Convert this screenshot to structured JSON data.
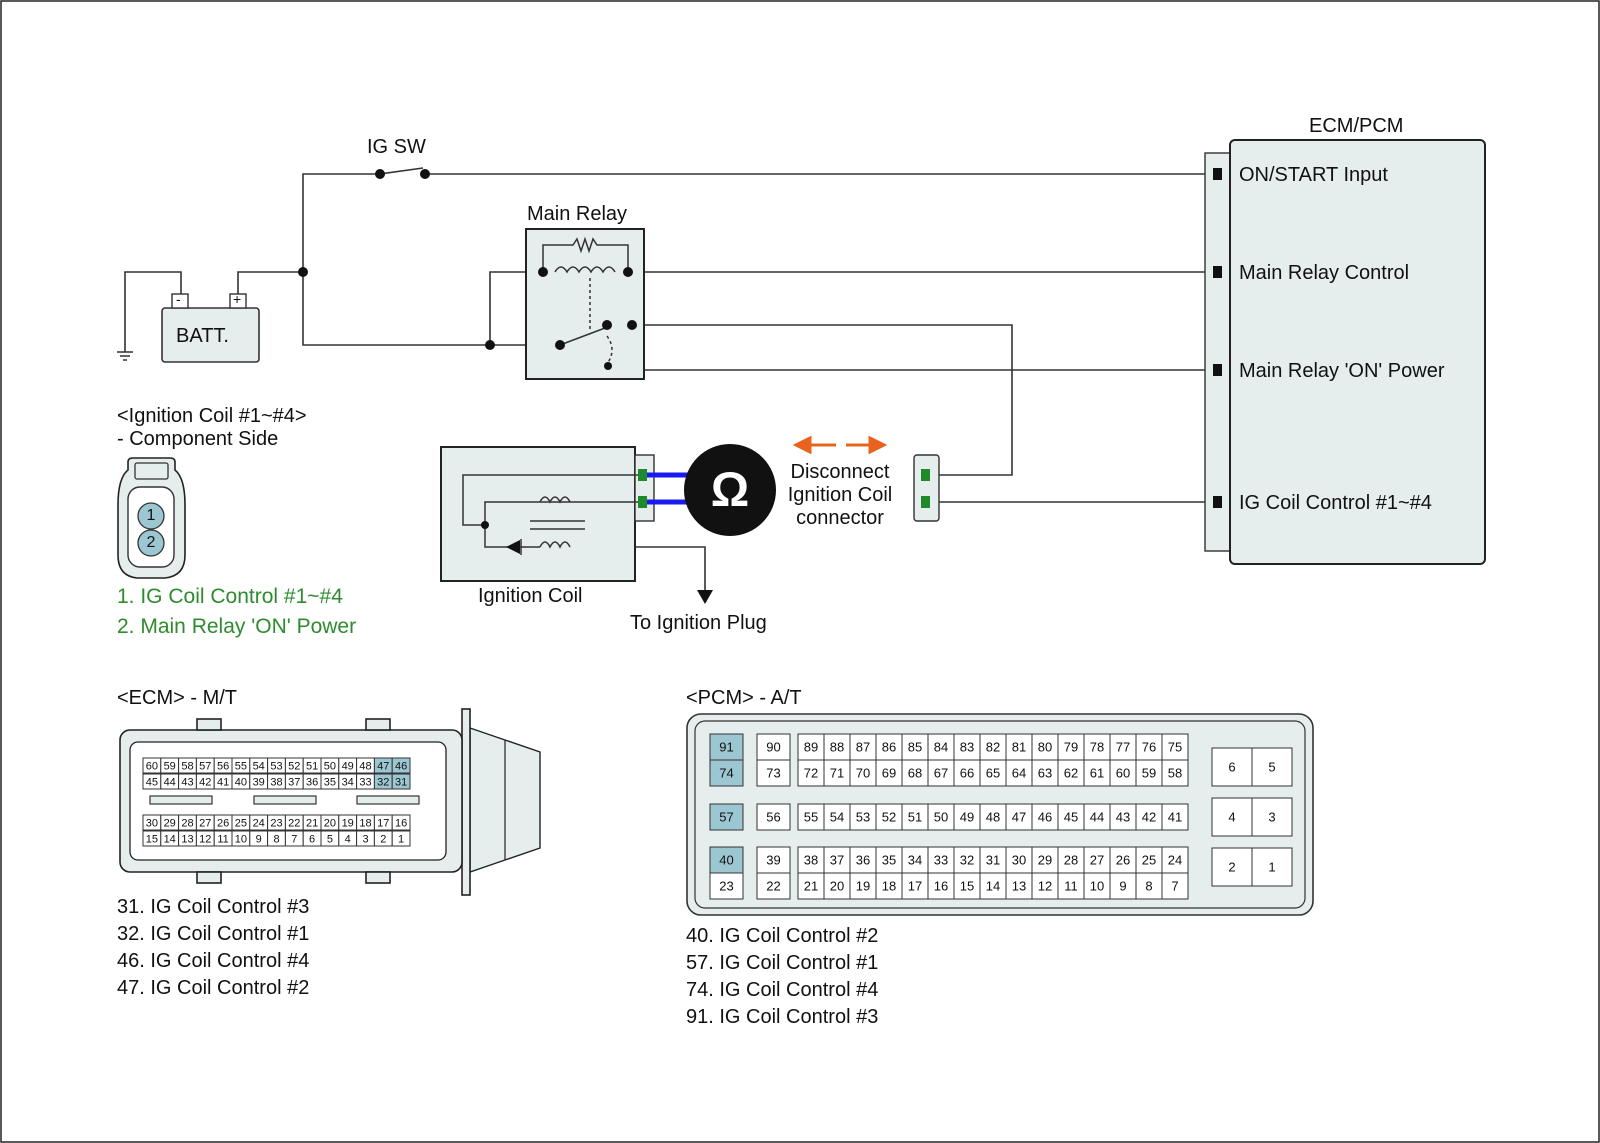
{
  "circuit": {
    "ig_sw": "IG SW",
    "main_relay": "Main Relay",
    "batt": "BATT.",
    "batt_minus": "-",
    "batt_plus": "+",
    "ecm_pcm": "ECM/PCM",
    "ecm_terminals": [
      "ON/START Input",
      "Main Relay Control",
      "Main Relay 'ON' Power",
      "IG Coil  Control #1~#4"
    ],
    "ignition_coil": "Ignition Coil",
    "to_ignition_plug": "To Ignition Plug",
    "ohm_symbol": "Ω",
    "disconnect_note": [
      "Disconnect",
      "Ignition Coil",
      "connector"
    ],
    "colors": {
      "wire": "#333333",
      "probe": "#1a1aee",
      "arrow": "#e8641e",
      "pin_green": "#1f8a2a",
      "box_fill": "#e6eded",
      "highlight": "#9cc7d2"
    }
  },
  "coil_connector": {
    "title": "<Ignition Coil #1~#4>",
    "subtitle": "- Component Side",
    "pins": [
      "1",
      "2"
    ],
    "legend": [
      "1. IG Coil  Control #1~#4",
      "2. Main Relay 'ON' Power"
    ]
  },
  "ecm_connector": {
    "title": "<ECM> - M/T",
    "rows": [
      [
        "60",
        "59",
        "58",
        "57",
        "56",
        "55",
        "54",
        "53",
        "52",
        "51",
        "50",
        "49",
        "48",
        "47",
        "46"
      ],
      [
        "45",
        "44",
        "43",
        "42",
        "41",
        "40",
        "39",
        "38",
        "37",
        "36",
        "35",
        "34",
        "33",
        "32",
        "31"
      ],
      [
        "30",
        "29",
        "28",
        "27",
        "26",
        "25",
        "24",
        "23",
        "22",
        "21",
        "20",
        "19",
        "18",
        "17",
        "16"
      ],
      [
        "15",
        "14",
        "13",
        "12",
        "11",
        "10",
        "9",
        "8",
        "7",
        "6",
        "5",
        "4",
        "3",
        "2",
        "1"
      ]
    ],
    "highlighted": [
      "47",
      "46",
      "32",
      "31"
    ],
    "legend": [
      "31. IG Coil  Control #3",
      "32. IG Coil  Control #1",
      "46. IG Coil  Control #4",
      "47. IG Coil  Control #2"
    ]
  },
  "pcm_connector": {
    "title": "<PCM> - A/T",
    "groups": [
      {
        "first": [
          [
            "91"
          ],
          [
            "74"
          ]
        ],
        "second": [
          [
            "90"
          ],
          [
            "73"
          ]
        ],
        "main": [
          [
            "89",
            "88",
            "87",
            "86",
            "85",
            "84",
            "83",
            "82",
            "81",
            "80",
            "79",
            "78",
            "77",
            "76",
            "75"
          ],
          [
            "72",
            "71",
            "70",
            "69",
            "68",
            "67",
            "66",
            "65",
            "64",
            "63",
            "62",
            "61",
            "60",
            "59",
            "58"
          ]
        ],
        "side": [
          [
            "6",
            "5"
          ]
        ]
      },
      {
        "first": [
          [
            "57"
          ]
        ],
        "second": [
          [
            "56"
          ]
        ],
        "main": [
          [
            "55",
            "54",
            "53",
            "52",
            "51",
            "50",
            "49",
            "48",
            "47",
            "46",
            "45",
            "44",
            "43",
            "42",
            "41"
          ]
        ],
        "side": [
          [
            "4",
            "3"
          ]
        ]
      },
      {
        "first": [
          [
            "40"
          ],
          [
            "23"
          ]
        ],
        "second": [
          [
            "39"
          ],
          [
            "22"
          ]
        ],
        "main": [
          [
            "38",
            "37",
            "36",
            "35",
            "34",
            "33",
            "32",
            "31",
            "30",
            "29",
            "28",
            "27",
            "26",
            "25",
            "24"
          ],
          [
            "21",
            "20",
            "19",
            "18",
            "17",
            "16",
            "15",
            "14",
            "13",
            "12",
            "11",
            "10",
            "9",
            "8",
            "7"
          ]
        ],
        "side": [
          [
            "2",
            "1"
          ]
        ]
      }
    ],
    "highlighted": [
      "91",
      "74",
      "57",
      "40"
    ],
    "legend": [
      "40. IG Coil  Control #2",
      "57. IG Coil  Control #1",
      "74. IG Coil  Control #4",
      "91. IG Coil  Control #3"
    ]
  }
}
